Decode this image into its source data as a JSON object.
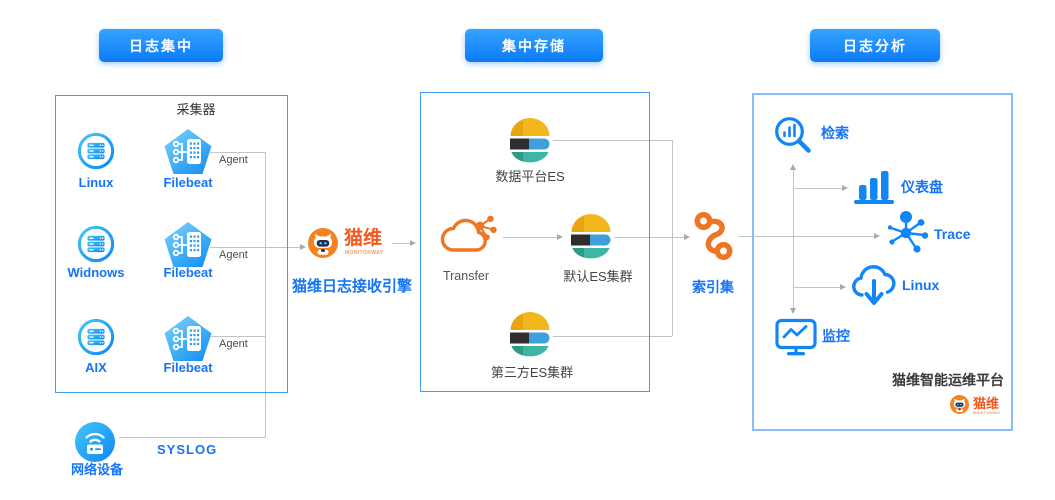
{
  "buttons": {
    "collect": "日志集中",
    "store": "集中存储",
    "analyze": "日志分析"
  },
  "collector": {
    "title": "采集器",
    "rows": [
      {
        "os": "Linux",
        "agent": "Filebeat",
        "tag": "Agent"
      },
      {
        "os": "Widnows",
        "agent": "Filebeat",
        "tag": "Agent"
      },
      {
        "os": "AIX",
        "agent": "Filebeat",
        "tag": "Agent"
      }
    ],
    "network": {
      "label": "网络设备",
      "protocol": "SYSLOG"
    }
  },
  "engine": {
    "brand": "猫维",
    "brand_sub": "MONITORWAY",
    "label": "猫维日志接收引擎"
  },
  "storage": {
    "data_es": "数据平台ES",
    "transfer": "Transfer",
    "default_es": "默认ES集群",
    "third_es": "第三方ES集群"
  },
  "index_set": {
    "label": "索引集"
  },
  "analysis": {
    "search": "检索",
    "dashboard": "仪表盘",
    "trace": "Trace",
    "linux": "Linux",
    "monitor": "监控",
    "platform": "猫维智能运维平台",
    "brand": "猫维",
    "brand_sub": "MONITORWAY"
  },
  "colors": {
    "accent_blue": "#0d7cf9",
    "label_blue": "#1674f6",
    "orange": "#ee7623",
    "es_yellow": "#f1b71c",
    "es_blue": "#3e9fdc",
    "es_teal": "#3fb5a8",
    "line_gray": "#c4c4c4"
  }
}
